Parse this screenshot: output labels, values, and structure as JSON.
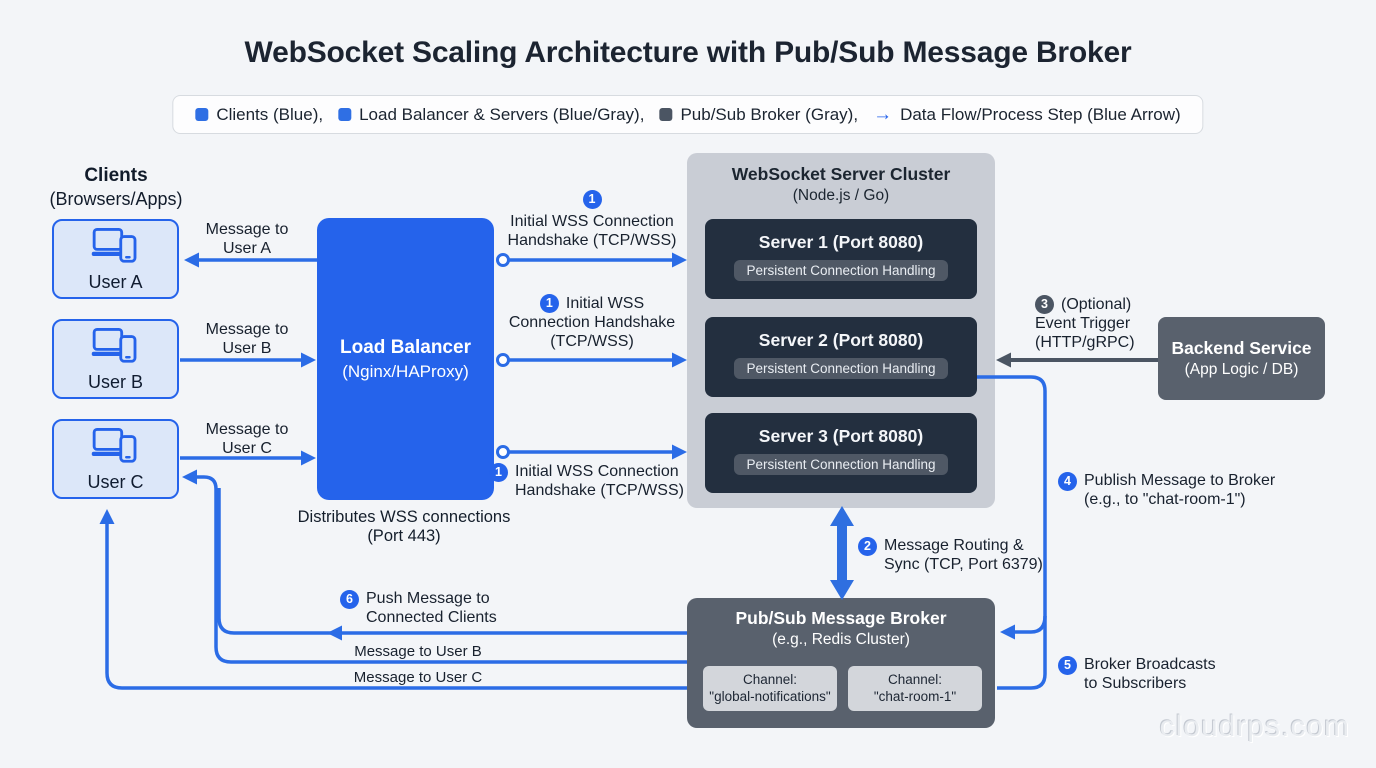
{
  "title": "WebSocket Scaling Architecture with Pub/Sub Message Broker",
  "legend": {
    "flow_arrow_glyph": "→",
    "items": [
      {
        "label": "Clients (Blue),",
        "swatch_color": "#2f6fe4"
      },
      {
        "label": "Load Balancer & Servers (Blue/Gray),",
        "swatch_color": "#2f6fe4"
      },
      {
        "label": "Pub/Sub Broker (Gray),",
        "swatch_color": "#4b5563"
      },
      {
        "label": "Data Flow/Process Step (Blue Arrow)",
        "swatch_color": "#2563eb"
      }
    ]
  },
  "clients": {
    "heading": "Clients",
    "subheading": "(Browsers/Apps)",
    "items": [
      {
        "label": "User A"
      },
      {
        "label": "User B"
      },
      {
        "label": "User C"
      }
    ]
  },
  "client_messages": {
    "a": {
      "line1": "Message to",
      "line2": "User A"
    },
    "b": {
      "line1": "Message to",
      "line2": "User B"
    },
    "c": {
      "line1": "Message to",
      "line2": "User C"
    }
  },
  "load_balancer": {
    "title": "Load Balancer",
    "subtitle": "(Nginx/HAProxy)",
    "caption1": "Distributes WSS connections",
    "caption2": "(Port 443)"
  },
  "cluster": {
    "title": "WebSocket Server Cluster",
    "subtitle": "(Node.js / Go)",
    "servers": [
      {
        "title": "Server 1 (Port 8080)",
        "badge": "Persistent Connection Handling"
      },
      {
        "title": "Server 2 (Port 8080)",
        "badge": "Persistent Connection Handling"
      },
      {
        "title": "Server 3 (Port 8080)",
        "badge": "Persistent Connection Handling"
      }
    ]
  },
  "broker": {
    "title": "Pub/Sub Message Broker",
    "subtitle": "(e.g., Redis Cluster)",
    "channels": [
      {
        "line1": "Channel:",
        "line2": "\"global-notifications\""
      },
      {
        "line1": "Channel:",
        "line2": "\"chat-room-1\""
      }
    ]
  },
  "backend": {
    "title": "Backend Service",
    "subtitle": "(App Logic / DB)"
  },
  "steps": {
    "s1_top": {
      "num": "1",
      "line1": "Initial WSS Connection",
      "line2": "Handshake (TCP/WSS)"
    },
    "s1_mid": {
      "num": "1",
      "line1": "Initial WSS",
      "line2": "Connection Handshake",
      "line3": "(TCP/WSS)"
    },
    "s1_bottom": {
      "num": "1",
      "line1": "Initial WSS Connection",
      "line2": "Handshake (TCP/WSS)"
    },
    "s2": {
      "num": "2",
      "line1": "Message Routing &",
      "line2": "Sync (TCP, Port 6379)"
    },
    "s3": {
      "num": "3",
      "line1": "(Optional)",
      "line2": "Event Trigger",
      "line3": "(HTTP/gRPC)"
    },
    "s4": {
      "num": "4",
      "line1": "Publish Message to Broker",
      "line2": "(e.g., to \"chat-room-1\")"
    },
    "s5": {
      "num": "5",
      "line1": "Broker Broadcasts",
      "line2": "to Subscribers"
    },
    "s6": {
      "num": "6",
      "line1": "Push Message to",
      "line2": "Connected Clients"
    }
  },
  "bottom_messages": {
    "to_b": "Message to User B",
    "to_c": "Message to User C"
  },
  "watermark": "cloudrps.com",
  "colors": {
    "accent_blue": "#2563eb",
    "client_fill": "#dce7f9",
    "cluster_gray": "#c9cdd5",
    "server_dark": "#232f3f",
    "broker_gray": "#59616d",
    "dark_gray": "#4b5563",
    "background": "#f3f5f8"
  }
}
